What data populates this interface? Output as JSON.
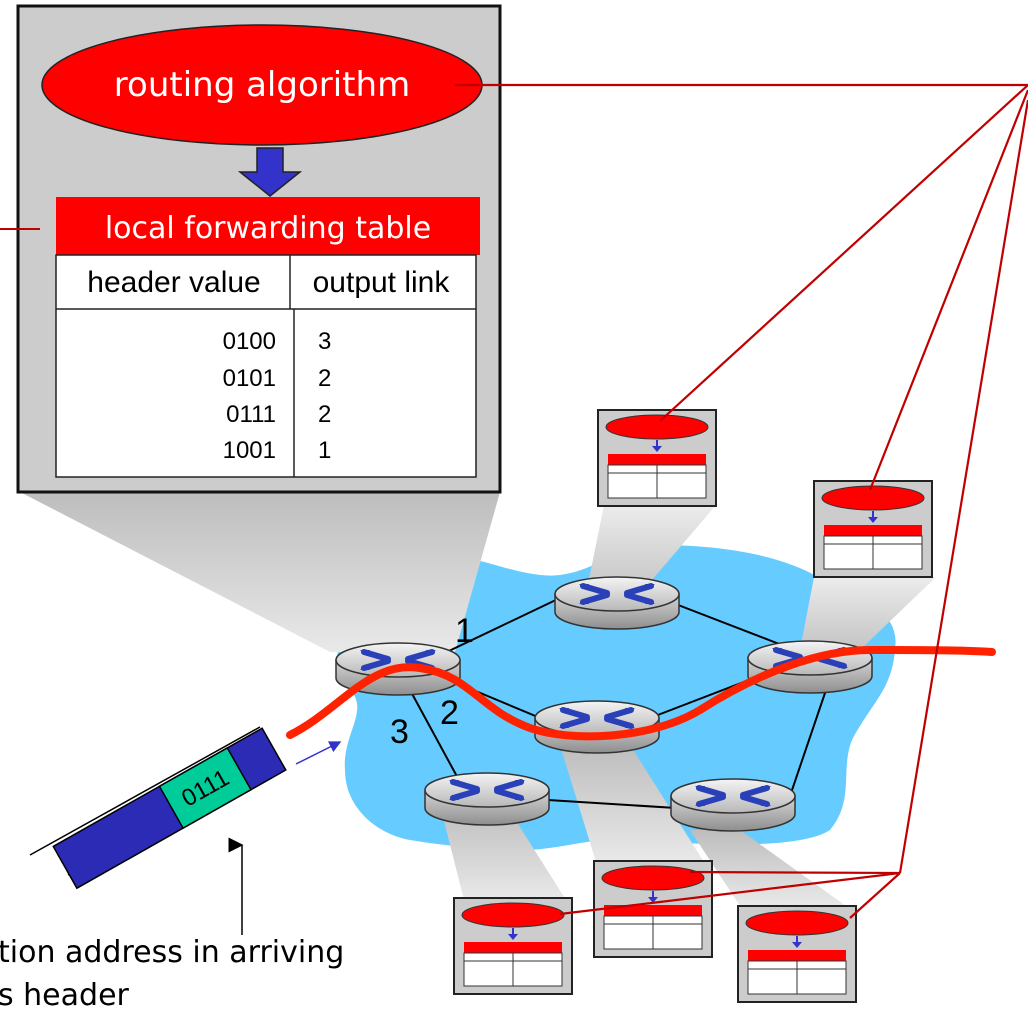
{
  "routing_label": "routing algorithm",
  "table": {
    "title": "local forwarding table",
    "col_header_value": "header value",
    "col_output_link": "output link",
    "rows": [
      {
        "header_value": "0100",
        "output_link": "3"
      },
      {
        "header_value": "0101",
        "output_link": "2"
      },
      {
        "header_value": "0111",
        "output_link": "2"
      },
      {
        "header_value": "1001",
        "output_link": "1"
      }
    ]
  },
  "port_labels": {
    "port1": "1",
    "port2": "2",
    "port3": "3"
  },
  "packet_header": "0111",
  "caption": {
    "line1": "tion address in arriving",
    "line2": "s header"
  },
  "colors": {
    "red": "#ff0000",
    "dark_red": "#c00000",
    "cloud": "#66ccff",
    "gray_box": "#cccccc",
    "blue_arrow": "#3333cc",
    "packet_blue": "#2b2bb5",
    "header_green": "#00cc99"
  }
}
